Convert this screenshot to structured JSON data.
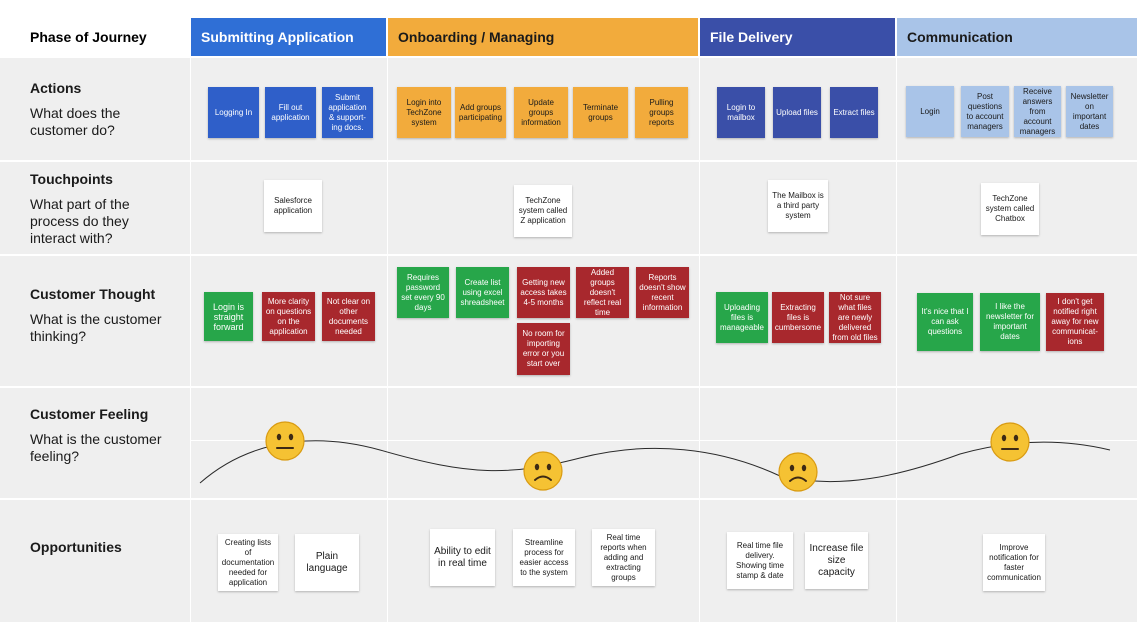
{
  "header": {
    "phase_label": "Phase of Journey",
    "phases": [
      {
        "label": "Submitting Application",
        "color": "#2f6fd6"
      },
      {
        "label": "Onboarding / Managing",
        "color": "#f2ab3c"
      },
      {
        "label": "File Delivery",
        "color": "#3a4fa8"
      },
      {
        "label": "Communication",
        "color": "#a9c4e8"
      }
    ]
  },
  "rows": {
    "actions": {
      "title": "Actions",
      "sub": "What does the customer do?"
    },
    "touchpoints": {
      "title": "Touchpoints",
      "sub": "What part of the process do they interact with?"
    },
    "thought": {
      "title": "Customer Thought",
      "sub": "What is the customer thinking?"
    },
    "feeling": {
      "title": "Customer Feeling",
      "sub": "What is the customer feeling?"
    },
    "opportunities": {
      "title": "Opportunities"
    }
  },
  "actions": {
    "submitting": [
      "Logging In",
      "Fill out application",
      "Submit application & support-ing docs."
    ],
    "onboarding": [
      "Login into TechZone system",
      "Add groups participating",
      "Update groups information",
      "Terminate groups",
      "Pulling groups reports"
    ],
    "delivery": [
      "Login to mailbox",
      "Upload files",
      "Extract files"
    ],
    "communication": [
      "Login",
      "Post questions to account managers",
      "Receive answers from account managers",
      "Newsletter on important dates"
    ]
  },
  "touchpoints": {
    "submitting": "Salesforce application",
    "onboarding": "TechZone system called Z application",
    "delivery": "The Mailbox is a third party system",
    "communication": "TechZone system called Chatbox"
  },
  "thoughts": {
    "submitting": [
      "Login is straight forward",
      "More clarity on questions on the application",
      "Not clear on other documents needed"
    ],
    "onboarding": [
      "Requires password set every 90 days",
      "Create list using excel shreadsheet",
      "Getting new access takes 4-5 months",
      "Added groups doesn't reflect real time",
      "Reports doesn't show recent information",
      "No room for importing error or you start over"
    ],
    "delivery": [
      "Uploading files is manageable",
      "Extracting files is cumbersome",
      "Not sure what files are newly delivered from old files"
    ],
    "communication": [
      "It's nice that I can ask questions",
      "I like the newsletter for important dates",
      "I don't get notified right away for new communicat-ions"
    ]
  },
  "feelings": {
    "submitting": "neutral",
    "onboarding": "sad",
    "delivery": "sad",
    "communication": "neutral"
  },
  "opportunities": {
    "submitting": [
      "Creating lists of documentation needed for application",
      "Plain language"
    ],
    "onboarding": [
      "Ability to edit in real time",
      "Streamline process for easier access to the system",
      "Real time reports when adding and extracting groups"
    ],
    "delivery": [
      "Real time file delivery. Showing time stamp & date",
      "Increase file size capacity"
    ],
    "communication": [
      "Improve notification for faster communication"
    ]
  }
}
